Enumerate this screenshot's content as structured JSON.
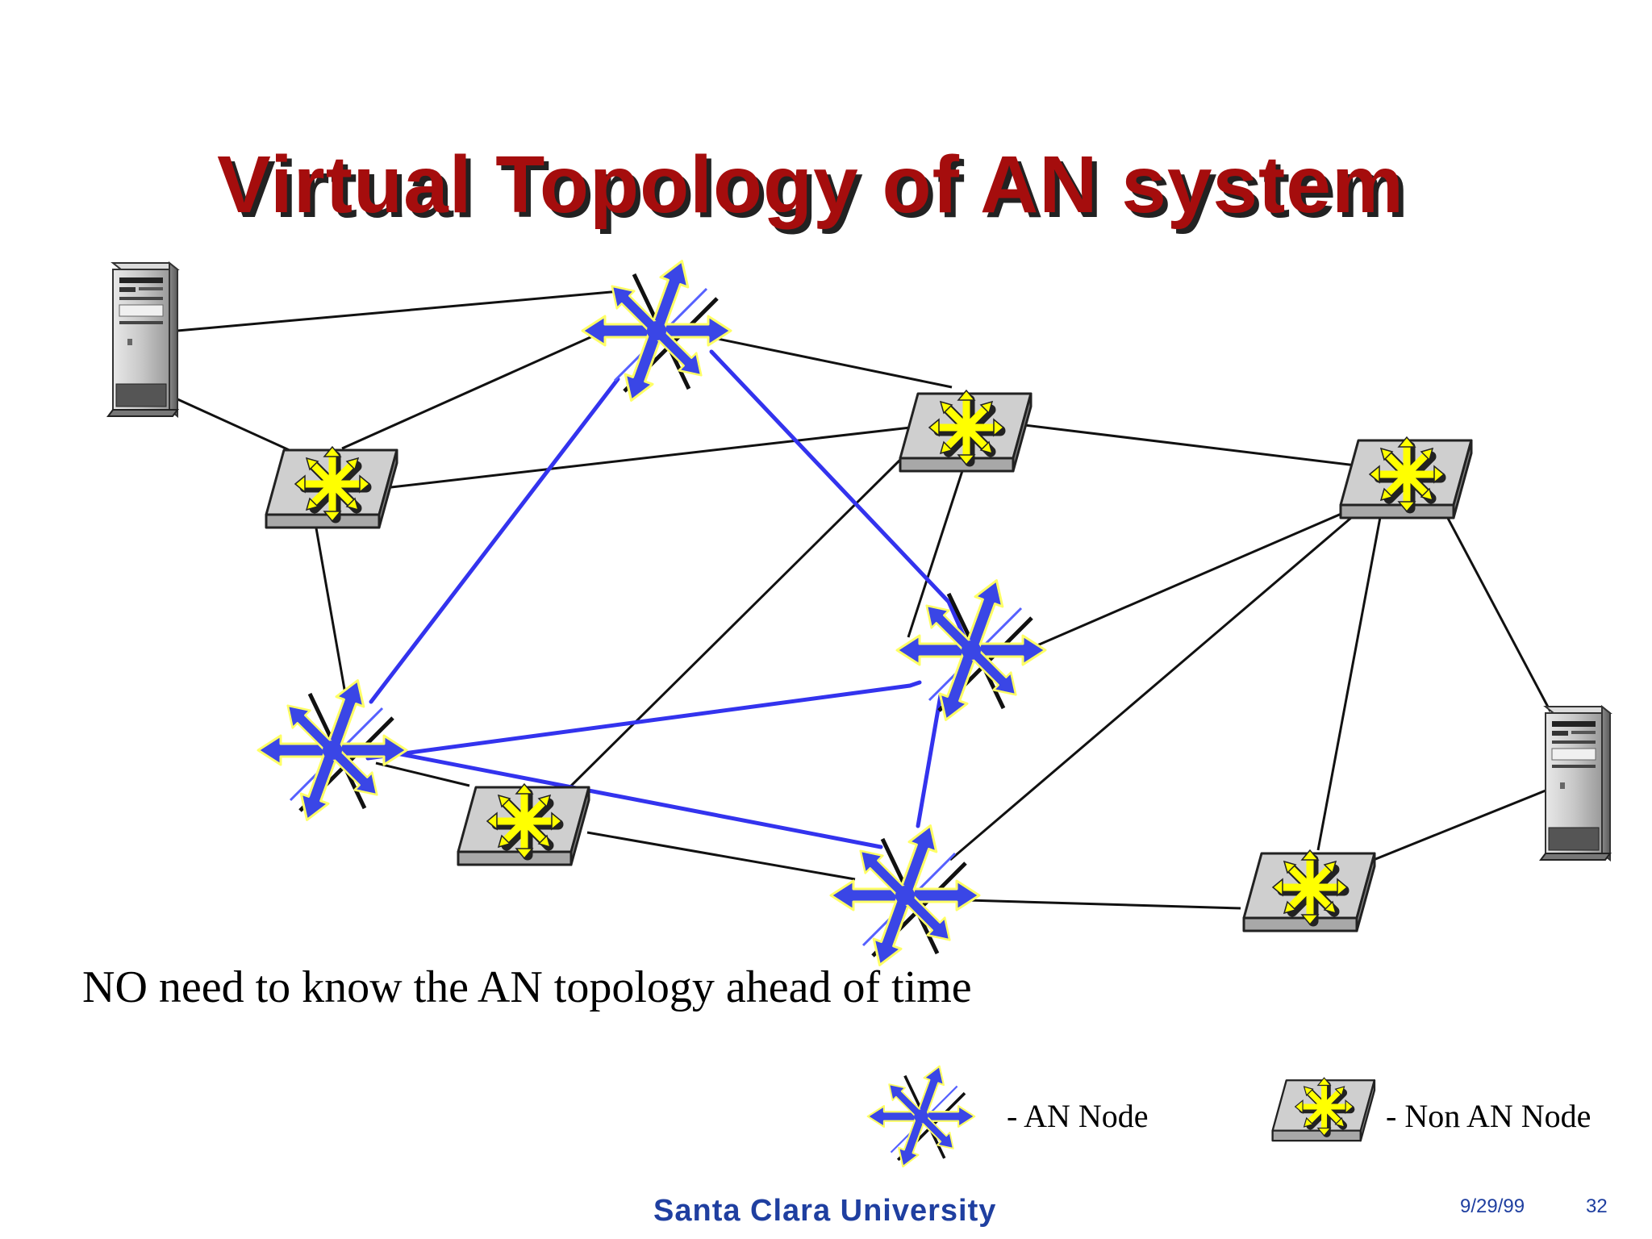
{
  "slide": {
    "title": "Virtual Topology of AN system",
    "caption": "NO need to know the AN topology ahead of time"
  },
  "legend": {
    "an_node": "- AN Node",
    "non_an_node": "- Non AN Node"
  },
  "footer": {
    "university": "Santa Clara University",
    "date": "9/29/99",
    "page": "32"
  },
  "colors": {
    "title": "#a50d0d",
    "an_path": "#3333ee",
    "an_node": "#3a46e6",
    "non_an_star": "#ffff00",
    "footer": "#1f3fa0"
  },
  "nodes": [
    {
      "id": "S1",
      "type": "server",
      "icon": "server-icon"
    },
    {
      "id": "S2",
      "type": "server",
      "icon": "server-icon"
    },
    {
      "id": "A1",
      "type": "an",
      "icon": "an-node-icon"
    },
    {
      "id": "A2",
      "type": "an",
      "icon": "an-node-icon"
    },
    {
      "id": "A3",
      "type": "an",
      "icon": "an-node-icon"
    },
    {
      "id": "A4",
      "type": "an",
      "icon": "an-node-icon"
    },
    {
      "id": "N1",
      "type": "non-an",
      "icon": "non-an-node-icon"
    },
    {
      "id": "N2",
      "type": "non-an",
      "icon": "non-an-node-icon"
    },
    {
      "id": "N3",
      "type": "non-an",
      "icon": "non-an-node-icon"
    },
    {
      "id": "N4",
      "type": "non-an",
      "icon": "non-an-node-icon"
    },
    {
      "id": "N5",
      "type": "non-an",
      "icon": "non-an-node-icon"
    }
  ],
  "physical_links": [
    [
      "S1",
      "A1"
    ],
    [
      "S1",
      "N1"
    ],
    [
      "A1",
      "N1"
    ],
    [
      "A1",
      "N2"
    ],
    [
      "N1",
      "N2"
    ],
    [
      "N1",
      "A3"
    ],
    [
      "N2",
      "N3"
    ],
    [
      "N2",
      "N4"
    ],
    [
      "N2",
      "A2"
    ],
    [
      "A2",
      "N3"
    ],
    [
      "A3",
      "N4"
    ],
    [
      "N4",
      "A4"
    ],
    [
      "N3",
      "A4"
    ],
    [
      "N3",
      "N5"
    ],
    [
      "N5",
      "S2"
    ],
    [
      "A4",
      "N5"
    ],
    [
      "N3",
      "S2"
    ]
  ],
  "an_links": [
    [
      "A3",
      "A1"
    ],
    [
      "A1",
      "A2"
    ],
    [
      "A3",
      "A2"
    ],
    [
      "A3",
      "A4"
    ],
    [
      "A4",
      "A2"
    ]
  ]
}
